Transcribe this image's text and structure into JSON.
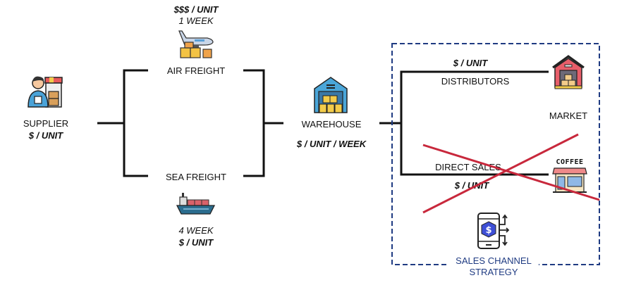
{
  "supplier": {
    "label": "SUPPLIER",
    "cost": "$ / UNIT",
    "icon": "supplier-icon"
  },
  "air_freight": {
    "label": "AIR FREIGHT",
    "cost": "$$$ / UNIT",
    "time": "1 WEEK",
    "icon": "airplane-cargo-icon"
  },
  "sea_freight": {
    "label": "SEA FREIGHT",
    "cost": "$ / UNIT",
    "time": "4 WEEK",
    "icon": "cargo-ship-icon"
  },
  "warehouse": {
    "label": "WAREHOUSE",
    "cost": "$ / UNIT / WEEK",
    "icon": "warehouse-icon"
  },
  "sales_channel": {
    "title_line1": "SALES CHANNEL",
    "title_line2": "STRATEGY",
    "icon": "mobile-dollar-icon",
    "distributors": {
      "label": "DISTRIBUTORS",
      "cost": "$ / UNIT"
    },
    "market": {
      "label": "MARKET",
      "icon": "market-warehouse-icon"
    },
    "direct_sales": {
      "label": "DIRECT SALES",
      "cost": "$ / UNIT",
      "crossed_out": true,
      "shop_sign": "COFFEE",
      "icon": "coffee-shop-icon"
    }
  },
  "colors": {
    "line": "#111111",
    "dashed_box": "#1f3b82",
    "cross": "#c8283c"
  }
}
